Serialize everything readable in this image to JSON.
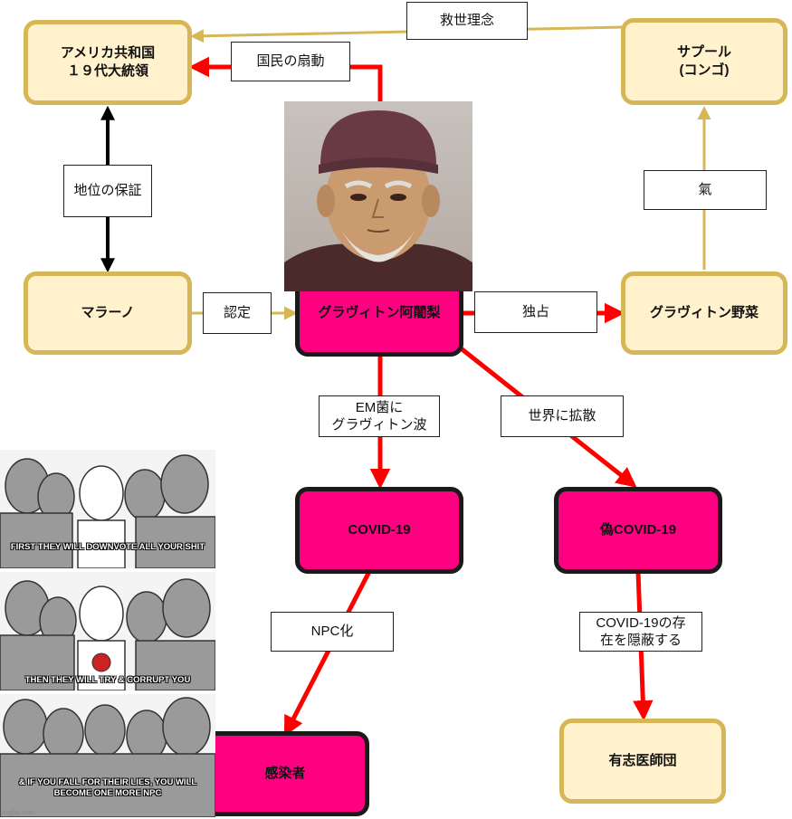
{
  "nodes": {
    "us_president": "アメリカ共和国\n１９代大統領",
    "sapeur": "サプール\n(コンゴ)",
    "marano": "マラーノ",
    "graviton_ajari": "グラヴィトン阿闍梨",
    "graviton_vegetable": "グラヴィトン野菜",
    "covid19": "COVID-19",
    "fake_covid19": "偽COVID-19",
    "infected": "感染者",
    "volunteer_doctors": "有志医師団"
  },
  "edge_labels": {
    "salvation": "救世理念",
    "incitement": "国民の扇動",
    "status_guarantee": "地位の保証",
    "ki": "氣",
    "certification": "認定",
    "monopoly": "独占",
    "em_bacteria": "EM菌に\nグラヴィトン波",
    "spread": "世界に拡散",
    "npc": "NPC化",
    "conceal": "COVID-19の存\n在を隠蔽する"
  },
  "meme": {
    "panels": [
      "FIRST THEY WILL DOWNVOTE ALL YOUR SHIT",
      "THEN THEY WILL TRY & CORRUPT YOU",
      "& IF YOU FALL FOR THEIR\nLIES, YOU WILL BECOME ONE MORE NPC"
    ],
    "watermark": "imgflip.com"
  },
  "colors": {
    "tan_fill": "#fff2cc",
    "tan_border": "#d6b656",
    "pink_fill": "#ff0080",
    "red_arrow": "#ff0000",
    "black_arrow": "#000000"
  }
}
